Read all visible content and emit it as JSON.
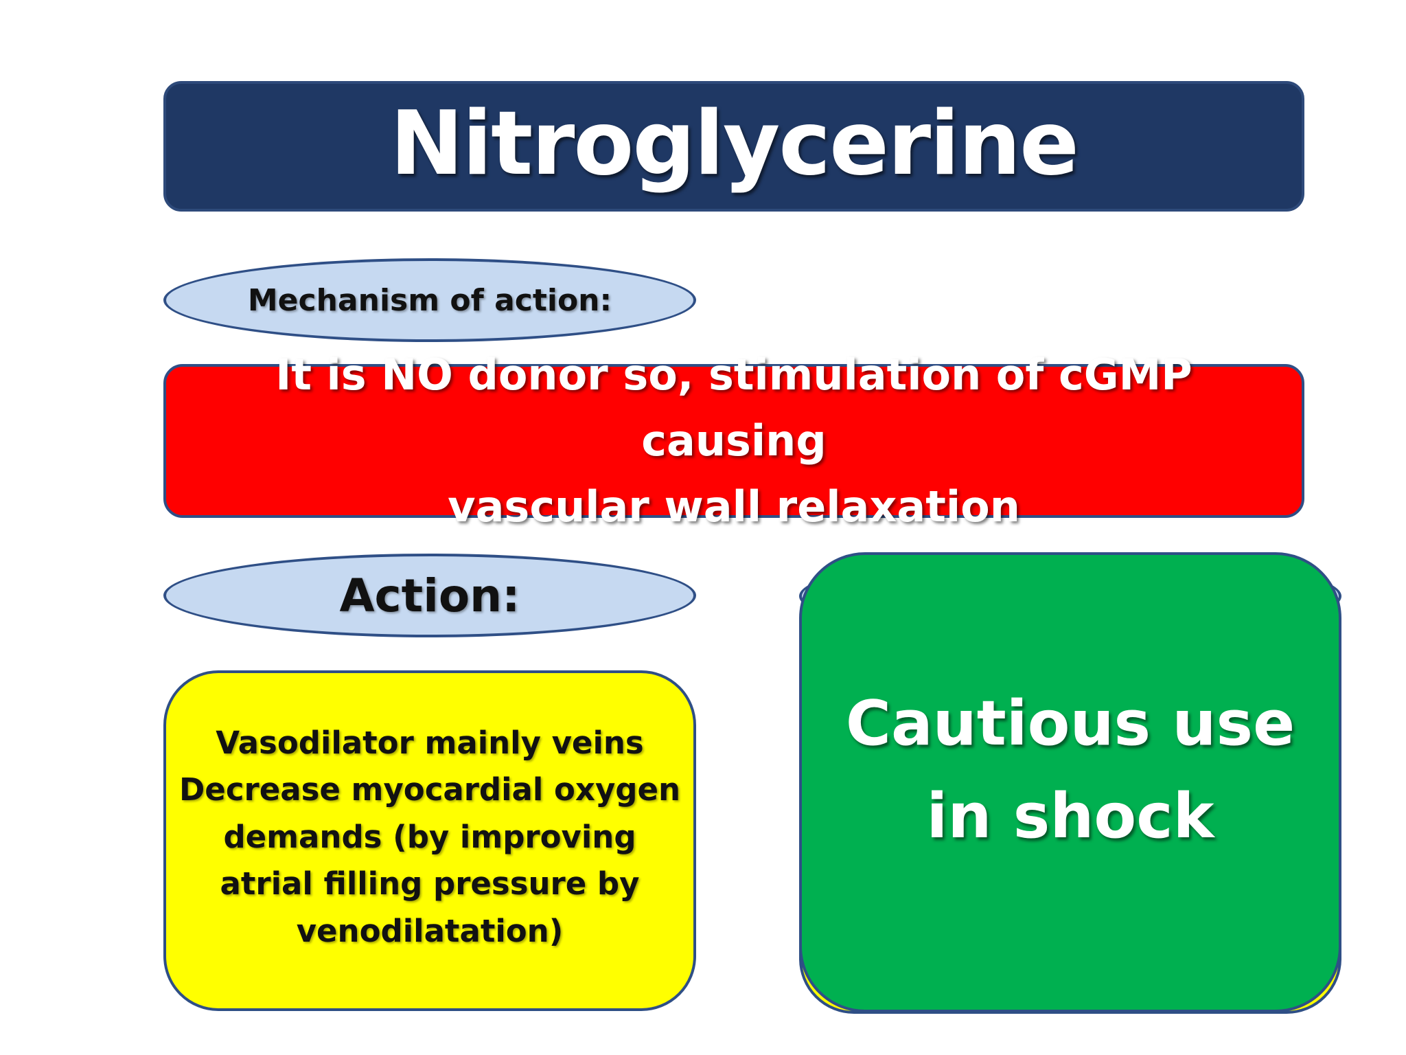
{
  "slide": {
    "title": "Nitroglycerine",
    "mechanism_label": "Mechanism of action:",
    "mechanism_text_lines": [
      "It is NO donor so, stimulation of cGMP causing",
      "vascular wall relaxation"
    ],
    "action_label": "Action:",
    "action_lines": [
      "Vasodilator mainly veins",
      "Decrease myocardial oxygen",
      "demands (by improving",
      "atrial filling pressure by",
      "venodilatation)"
    ],
    "caution_lines": [
      "Cautious use",
      "in shock"
    ]
  },
  "colors": {
    "title_bg": "#1f3864",
    "oval_bg": "#c6d9f1",
    "mechanism_bg": "#ff0000",
    "action_bg": "#ffff00",
    "caution_bg": "#00b050",
    "border": "#2f4f86"
  }
}
